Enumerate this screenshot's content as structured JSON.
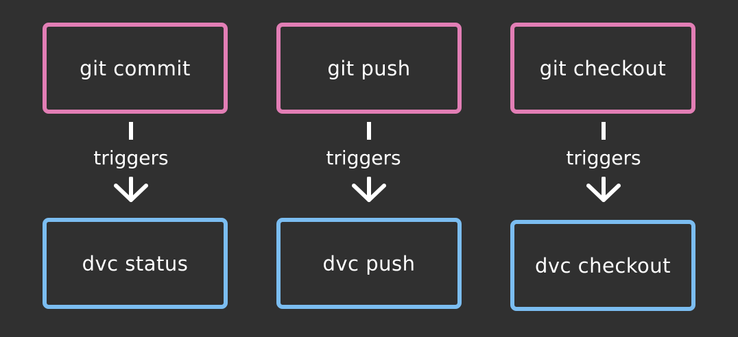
{
  "columns": [
    {
      "git_label": "git commit",
      "trigger_label": "triggers",
      "dvc_label": "dvc status"
    },
    {
      "git_label": "git push",
      "trigger_label": "triggers",
      "dvc_label": "dvc push"
    },
    {
      "git_label": "git checkout",
      "trigger_label": "triggers",
      "dvc_label": "dvc checkout"
    }
  ],
  "colors": {
    "background": "#303030",
    "git_border": "#e27eb5",
    "dvc_border": "#7bbdf1",
    "text": "#ffffff"
  },
  "icons": {
    "connector": "down-arrow-icon"
  }
}
